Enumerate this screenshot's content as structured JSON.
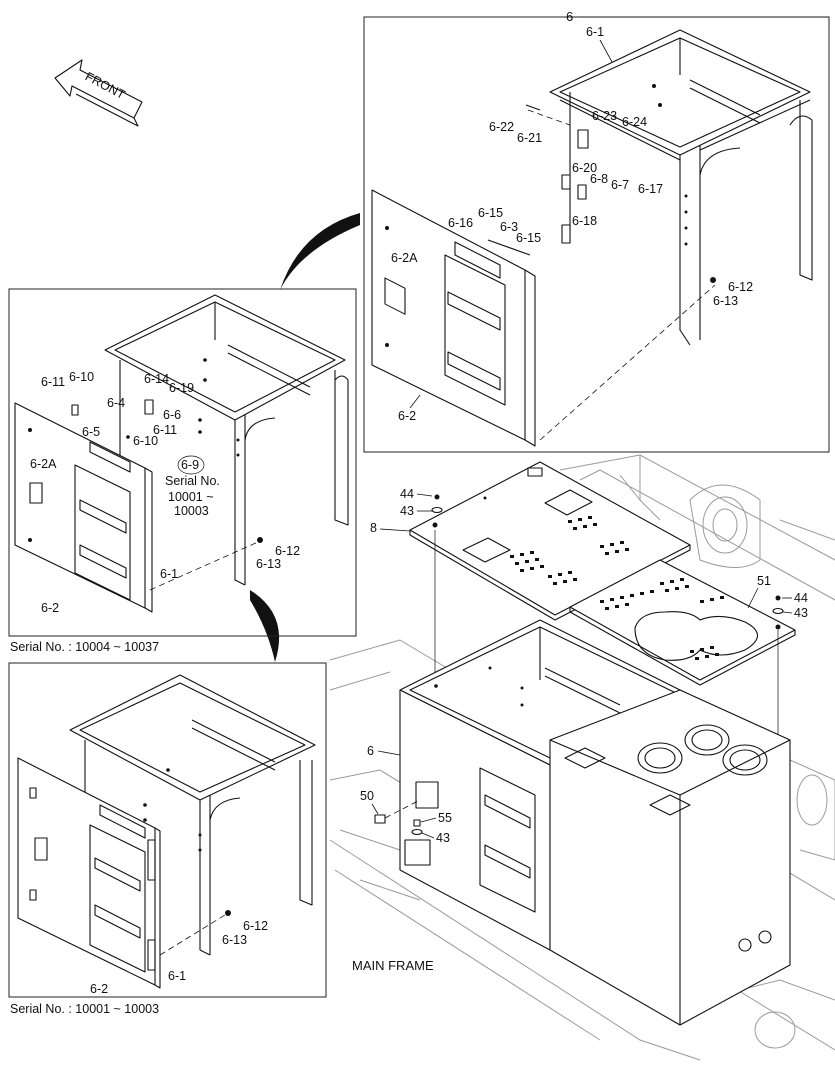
{
  "front_arrow": {
    "label": "FRONT"
  },
  "panels": {
    "top_right": {
      "callouts": {
        "assembly": "6",
        "frame": "6-1",
        "bolt_a": "6-23",
        "washer_a": "6-24",
        "bolt_b": "6-22",
        "washer_b": "6-21",
        "hinge": "6-20",
        "nut": "6-8",
        "washer_c": "6-7",
        "pin": "6-17",
        "latch": "6-18",
        "spring": "6-15",
        "spring_b": "6-16",
        "rod": "6-3",
        "rod_end": "6-15",
        "handle": "6-2A",
        "bolt_c": "6-12",
        "washer_d": "6-13",
        "door": "6-2"
      }
    },
    "middle_left": {
      "caption": "Serial No. : 10004 ~ 10037",
      "callouts": {
        "bolt": "6-11",
        "washer": "6-10",
        "bracket": "6-14",
        "pin": "6-19",
        "hinge": "6-4",
        "stop": "6-6",
        "bolt_b": "6-11",
        "washer_b": "6-5",
        "washer_c": "6-10",
        "handle": "6-2A",
        "ref": "6-9",
        "serial_label": "Serial No.",
        "serial_range_1": "10001 ~",
        "serial_range_2": "10003",
        "bolt_c": "6-12",
        "washer_d": "6-13",
        "frame": "6-1",
        "door": "6-2"
      }
    },
    "bottom_left": {
      "caption": "Serial No. : 10001 ~ 10003",
      "callouts": {
        "bolt": "6-12",
        "washer": "6-13",
        "frame": "6-1",
        "door": "6-2"
      }
    },
    "main": {
      "label": "MAIN FRAME",
      "callouts": {
        "bolt_top": "44",
        "washer_top": "43",
        "cover": "8",
        "cover_r": "51",
        "bolt_r": "44",
        "washer_r": "43",
        "assembly": "6",
        "bolt": "50",
        "nut": "55",
        "washer": "43"
      }
    }
  }
}
